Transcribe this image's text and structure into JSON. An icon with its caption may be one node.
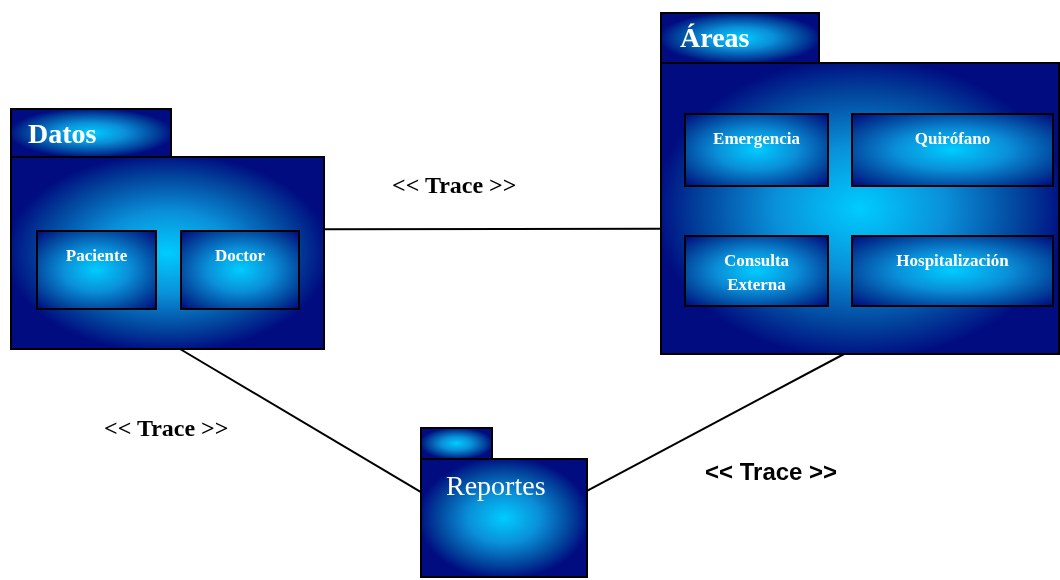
{
  "diagram": {
    "nodes": [
      {
        "text": [
          "Datos"
        ]
      },
      {
        "text": [
          "Paciente"
        ],
        "in": 0
      },
      {
        "text": [
          "Doctor"
        ],
        "in": 0
      },
      {
        "text": [
          "Áreas"
        ]
      },
      {
        "text": [
          "Emergencia"
        ],
        "in": 3
      },
      {
        "text": [
          "Quirófano"
        ],
        "in": 3
      },
      {
        "text": [
          "Consulta Externa"
        ],
        "in": 3
      },
      {
        "text": [
          "Hospitalización"
        ],
        "in": 3
      },
      {
        "text": [
          "Reportes"
        ]
      }
    ],
    "edges": [
      {
        "from": 0,
        "to": 3,
        "arrow": "none",
        "label": "<< Trace >>"
      },
      {
        "from": 0,
        "to": 8,
        "arrow": "none",
        "label": "<< Trace >>"
      },
      {
        "from": 3,
        "to": 8,
        "arrow": "none",
        "label": "<< Trace >>"
      }
    ]
  }
}
